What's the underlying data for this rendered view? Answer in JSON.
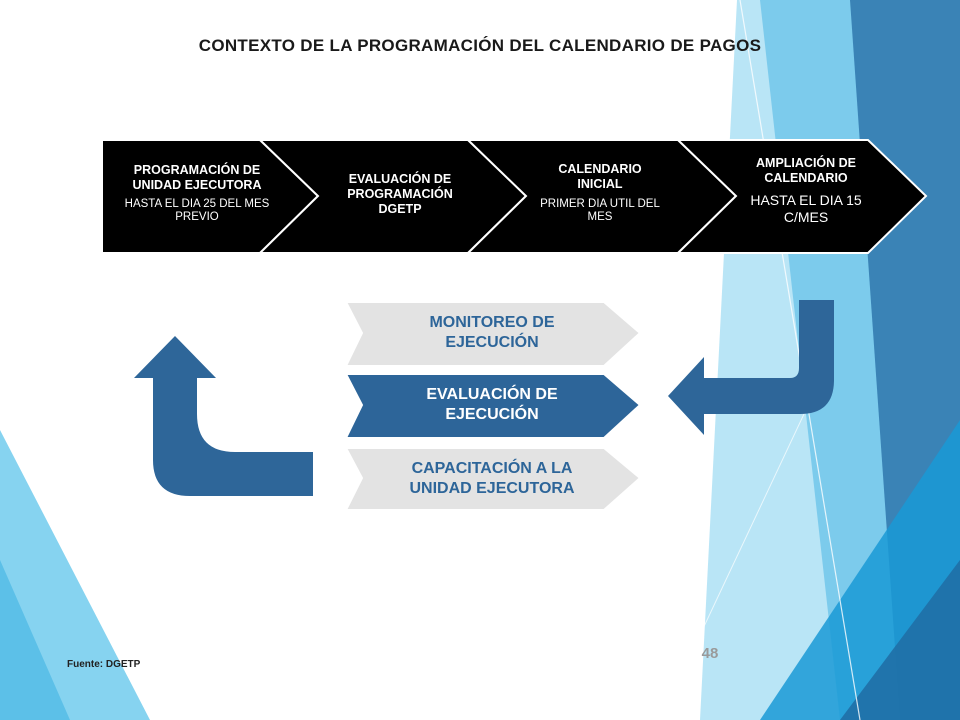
{
  "title": "CONTEXTO DE LA PROGRAMACIÓN  DEL CALENDARIO  DE PAGOS",
  "process_steps": [
    {
      "heading": "PROGRAMACIÓN DE UNIDAD EJECUTORA",
      "detail": "HASTA EL DIA 25 DEL MES PREVIO"
    },
    {
      "heading": "EVALUACIÓN DE PROGRAMACIÓN DGETP",
      "detail": ""
    },
    {
      "heading": "CALENDARIO INICIAL",
      "detail": "PRIMER DIA UTIL DEL MES"
    },
    {
      "heading": "AMPLIACIÓN DE CALENDARIO",
      "detail": "HASTA EL DIA 15 C/MES"
    }
  ],
  "cycle_steps": [
    {
      "label": "MONITOREO DE EJECUCIÓN"
    },
    {
      "label": "EVALUACIÓN DE EJECUCIÓN"
    },
    {
      "label": "CAPACITACIÓN  A LA UNIDAD EJECUTORA"
    }
  ],
  "source": "Fuente: DGETP",
  "page_number": "48",
  "colors": {
    "chevron_fill": "#000000",
    "chevron_border": "#ffffff",
    "arrow_blue": "#2e6699",
    "stack_light": "#e3e3e3",
    "stack_dark": "#2d6599",
    "stack_light_text": "#2d6599",
    "stack_dark_text": "#ffffff",
    "accent_light": "#7fd0ee",
    "accent_mid": "#2aa6d9",
    "accent_dark": "#1f5f8e"
  }
}
